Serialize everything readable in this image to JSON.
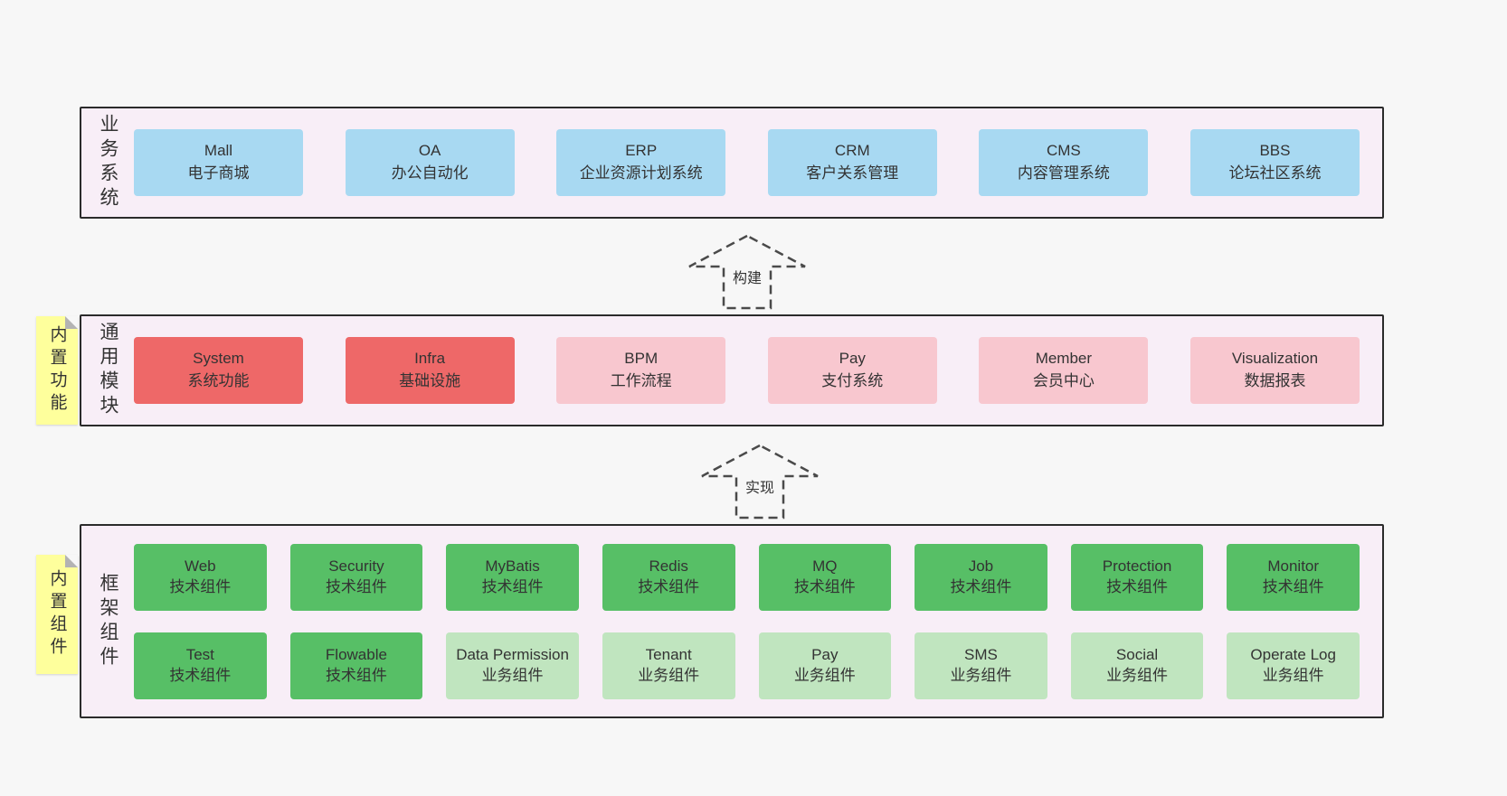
{
  "colors": {
    "page_bg": "#f7f7f7",
    "panel_bg": "#f8eef7",
    "panel_border": "#2b2b2b",
    "box_blue": "#a8d9f2",
    "box_red": "#ee6868",
    "box_pink": "#f8c7cf",
    "box_green_dark": "#57bf66",
    "box_green_light": "#c0e5bf",
    "sticky_yellow": "#feff9c"
  },
  "panels": {
    "business": {
      "side_label": "业务系统",
      "boxes": [
        {
          "name": "Mall",
          "desc": "电子商城"
        },
        {
          "name": "OA",
          "desc": "办公自动化"
        },
        {
          "name": "ERP",
          "desc": "企业资源计划系统"
        },
        {
          "name": "CRM",
          "desc": "客户关系管理"
        },
        {
          "name": "CMS",
          "desc": "内容管理系统"
        },
        {
          "name": "BBS",
          "desc": "论坛社区系统"
        }
      ]
    },
    "modules": {
      "sticky_label": "内置功能",
      "side_label": "通用模块",
      "boxes": [
        {
          "name": "System",
          "desc": "系统功能"
        },
        {
          "name": "Infra",
          "desc": "基础设施"
        },
        {
          "name": "BPM",
          "desc": "工作流程"
        },
        {
          "name": "Pay",
          "desc": "支付系统"
        },
        {
          "name": "Member",
          "desc": "会员中心"
        },
        {
          "name": "Visualization",
          "desc": "数据报表"
        }
      ]
    },
    "components": {
      "sticky_label": "内置组件",
      "side_label": "框架组件",
      "row1": [
        {
          "name": "Web",
          "desc": "技术组件"
        },
        {
          "name": "Security",
          "desc": "技术组件"
        },
        {
          "name": "MyBatis",
          "desc": "技术组件"
        },
        {
          "name": "Redis",
          "desc": "技术组件"
        },
        {
          "name": "MQ",
          "desc": "技术组件"
        },
        {
          "name": "Job",
          "desc": "技术组件"
        },
        {
          "name": "Protection",
          "desc": "技术组件"
        },
        {
          "name": "Monitor",
          "desc": "技术组件"
        }
      ],
      "row2": [
        {
          "name": "Test",
          "desc": "技术组件"
        },
        {
          "name": "Flowable",
          "desc": "技术组件"
        },
        {
          "name": "Data Permission",
          "desc": "业务组件"
        },
        {
          "name": "Tenant",
          "desc": "业务组件"
        },
        {
          "name": "Pay",
          "desc": "业务组件"
        },
        {
          "name": "SMS",
          "desc": "业务组件"
        },
        {
          "name": "Social",
          "desc": "业务组件"
        },
        {
          "name": "Operate Log",
          "desc": "业务组件"
        }
      ]
    }
  },
  "arrows": {
    "build": {
      "label": "构建"
    },
    "implement": {
      "label": "实现"
    }
  }
}
